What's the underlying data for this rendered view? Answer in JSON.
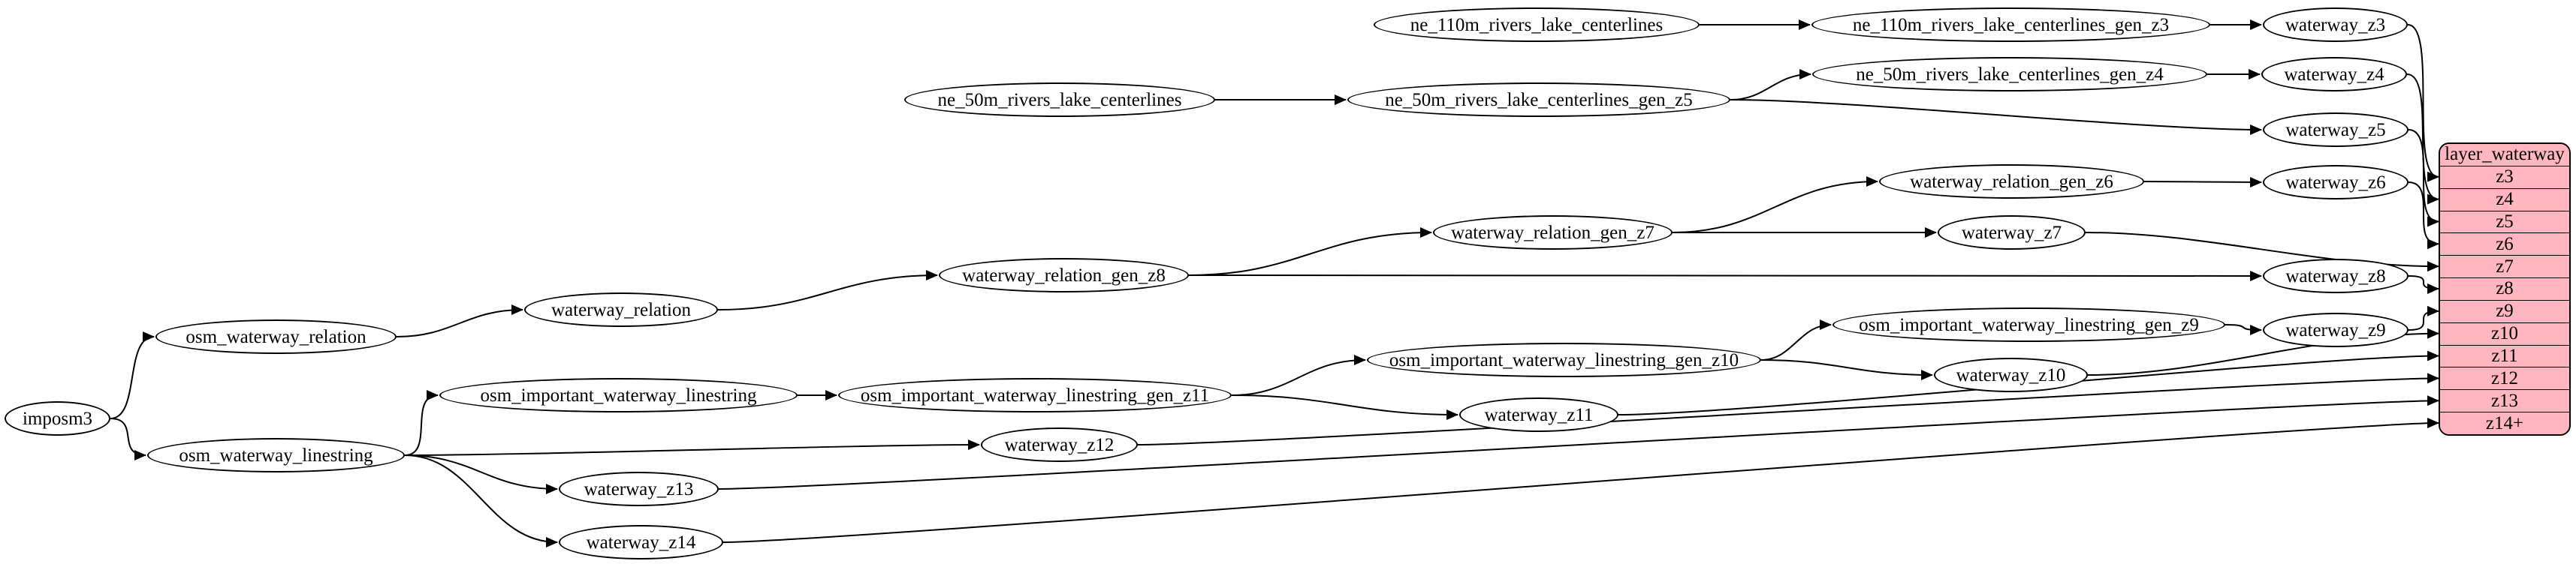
{
  "colors": {
    "background": "#ffffff",
    "node_fill": "#ffffff",
    "record_fill": "#ffb6c1",
    "stroke": "#000000",
    "text": "#000000"
  },
  "nodes": {
    "imposm3": {
      "label": "imposm3"
    },
    "osm_waterway_relation": {
      "label": "osm_waterway_relation"
    },
    "osm_waterway_linestring": {
      "label": "osm_waterway_linestring"
    },
    "waterway_relation": {
      "label": "waterway_relation"
    },
    "waterway_relation_gen_z8": {
      "label": "waterway_relation_gen_z8"
    },
    "waterway_relation_gen_z7": {
      "label": "waterway_relation_gen_z7"
    },
    "waterway_relation_gen_z6": {
      "label": "waterway_relation_gen_z6"
    },
    "ne_110m_rivers_lake_centerlines": {
      "label": "ne_110m_rivers_lake_centerlines"
    },
    "ne_110m_rivers_lake_centerlines_gen_z3": {
      "label": "ne_110m_rivers_lake_centerlines_gen_z3"
    },
    "ne_50m_rivers_lake_centerlines": {
      "label": "ne_50m_rivers_lake_centerlines"
    },
    "ne_50m_rivers_lake_centerlines_gen_z5": {
      "label": "ne_50m_rivers_lake_centerlines_gen_z5"
    },
    "ne_50m_rivers_lake_centerlines_gen_z4": {
      "label": "ne_50m_rivers_lake_centerlines_gen_z4"
    },
    "osm_important_waterway_linestring": {
      "label": "osm_important_waterway_linestring"
    },
    "osm_important_waterway_linestring_gen_z11": {
      "label": "osm_important_waterway_linestring_gen_z11"
    },
    "osm_important_waterway_linestring_gen_z10": {
      "label": "osm_important_waterway_linestring_gen_z10"
    },
    "osm_important_waterway_linestring_gen_z9": {
      "label": "osm_important_waterway_linestring_gen_z9"
    },
    "waterway_z3": {
      "label": "waterway_z3"
    },
    "waterway_z4": {
      "label": "waterway_z4"
    },
    "waterway_z5": {
      "label": "waterway_z5"
    },
    "waterway_z6": {
      "label": "waterway_z6"
    },
    "waterway_z7": {
      "label": "waterway_z7"
    },
    "waterway_z8": {
      "label": "waterway_z8"
    },
    "waterway_z9": {
      "label": "waterway_z9"
    },
    "waterway_z10": {
      "label": "waterway_z10"
    },
    "waterway_z11": {
      "label": "waterway_z11"
    },
    "waterway_z12": {
      "label": "waterway_z12"
    },
    "waterway_z13": {
      "label": "waterway_z13"
    },
    "waterway_z14": {
      "label": "waterway_z14"
    }
  },
  "record": {
    "title": "layer_waterway",
    "rows": [
      "z3",
      "z4",
      "z5",
      "z6",
      "z7",
      "z8",
      "z9",
      "z10",
      "z11",
      "z12",
      "z13",
      "z14+"
    ]
  },
  "edges": [
    [
      "imposm3",
      "osm_waterway_relation"
    ],
    [
      "imposm3",
      "osm_waterway_linestring"
    ],
    [
      "osm_waterway_relation",
      "waterway_relation"
    ],
    [
      "waterway_relation",
      "waterway_relation_gen_z8"
    ],
    [
      "waterway_relation_gen_z8",
      "waterway_relation_gen_z7"
    ],
    [
      "waterway_relation_gen_z7",
      "waterway_relation_gen_z6"
    ],
    [
      "waterway_relation_gen_z6",
      "waterway_z6"
    ],
    [
      "waterway_relation_gen_z7",
      "waterway_z7"
    ],
    [
      "waterway_relation_gen_z8",
      "waterway_z8"
    ],
    [
      "ne_110m_rivers_lake_centerlines",
      "ne_110m_rivers_lake_centerlines_gen_z3"
    ],
    [
      "ne_110m_rivers_lake_centerlines_gen_z3",
      "waterway_z3"
    ],
    [
      "ne_50m_rivers_lake_centerlines",
      "ne_50m_rivers_lake_centerlines_gen_z5"
    ],
    [
      "ne_50m_rivers_lake_centerlines_gen_z5",
      "ne_50m_rivers_lake_centerlines_gen_z4"
    ],
    [
      "ne_50m_rivers_lake_centerlines_gen_z4",
      "waterway_z4"
    ],
    [
      "ne_50m_rivers_lake_centerlines_gen_z5",
      "waterway_z5"
    ],
    [
      "osm_waterway_linestring",
      "osm_important_waterway_linestring"
    ],
    [
      "osm_waterway_linestring",
      "waterway_z12"
    ],
    [
      "osm_waterway_linestring",
      "waterway_z13"
    ],
    [
      "osm_waterway_linestring",
      "waterway_z14"
    ],
    [
      "osm_important_waterway_linestring",
      "osm_important_waterway_linestring_gen_z11"
    ],
    [
      "osm_important_waterway_linestring_gen_z11",
      "osm_important_waterway_linestring_gen_z10"
    ],
    [
      "osm_important_waterway_linestring_gen_z10",
      "osm_important_waterway_linestring_gen_z9"
    ],
    [
      "osm_important_waterway_linestring_gen_z9",
      "waterway_z9"
    ],
    [
      "osm_important_waterway_linestring_gen_z10",
      "waterway_z10"
    ],
    [
      "osm_important_waterway_linestring_gen_z11",
      "waterway_z11"
    ],
    [
      "waterway_z3",
      "layer_waterway:z3"
    ],
    [
      "waterway_z4",
      "layer_waterway:z4"
    ],
    [
      "waterway_z5",
      "layer_waterway:z5"
    ],
    [
      "waterway_z6",
      "layer_waterway:z6"
    ],
    [
      "waterway_z7",
      "layer_waterway:z7"
    ],
    [
      "waterway_z8",
      "layer_waterway:z8"
    ],
    [
      "waterway_z9",
      "layer_waterway:z9"
    ],
    [
      "waterway_z10",
      "layer_waterway:z10"
    ],
    [
      "waterway_z11",
      "layer_waterway:z11"
    ],
    [
      "waterway_z12",
      "layer_waterway:z12"
    ],
    [
      "waterway_z13",
      "layer_waterway:z13"
    ],
    [
      "waterway_z14",
      "layer_waterway:z14+"
    ]
  ]
}
